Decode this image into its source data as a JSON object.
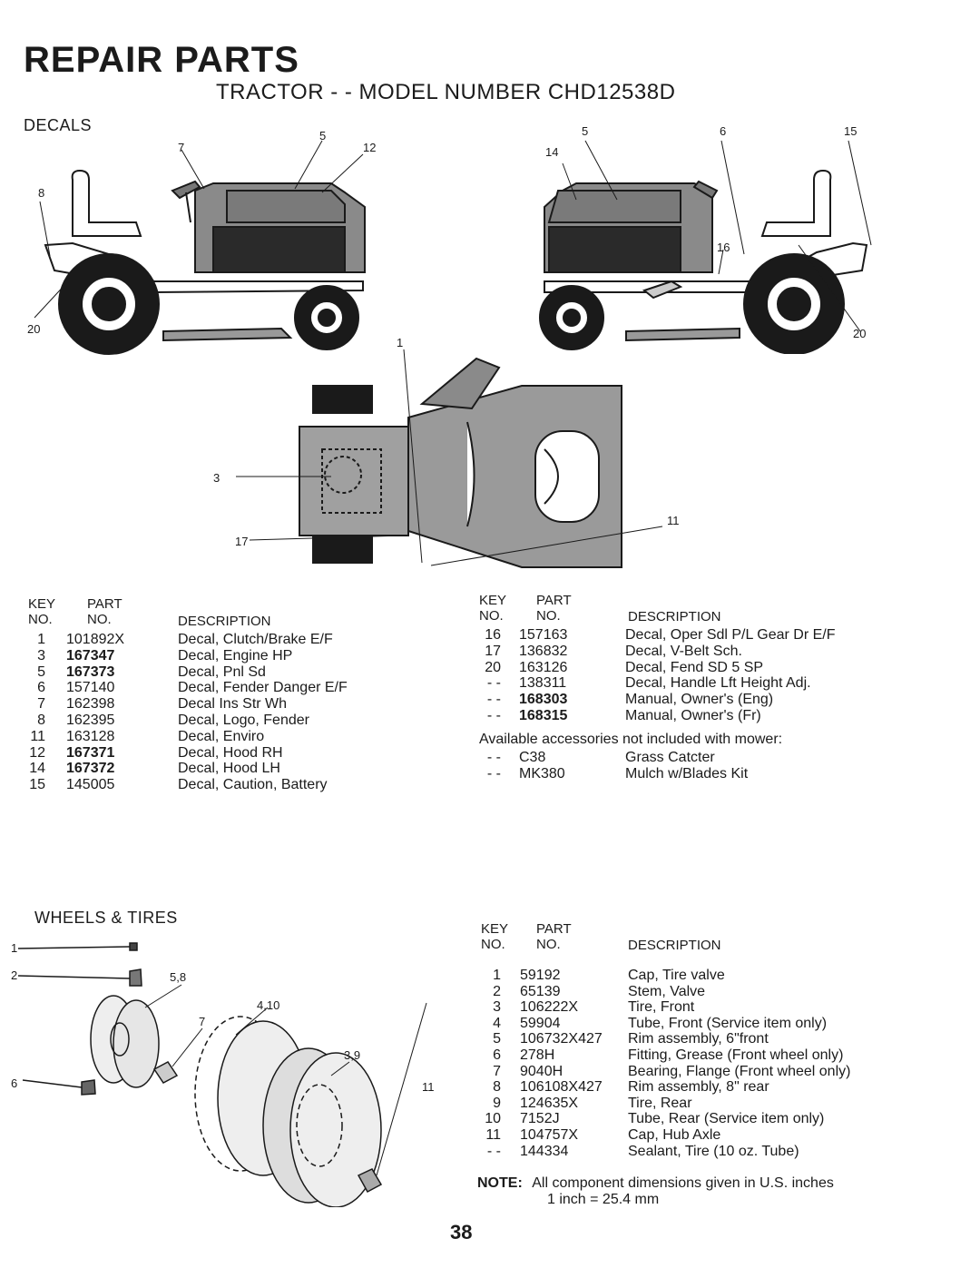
{
  "header": {
    "title": "REPAIR PARTS",
    "subtitle": "TRACTOR - - MODEL NUMBER CHD12538D"
  },
  "decals": {
    "section_title": "DECALS",
    "col_key": "KEY",
    "col_no": "NO.",
    "col_part": "PART",
    "col_part_no": "NO.",
    "col_desc": "DESCRIPTION",
    "left_rows": [
      {
        "key": "1",
        "part": "101892X",
        "desc": "Decal, Clutch/Brake E/F",
        "bold": false
      },
      {
        "key": "3",
        "part": "167347",
        "desc": "Decal, Engine HP",
        "bold": true
      },
      {
        "key": "5",
        "part": "167373",
        "desc": "Decal, Pnl Sd",
        "bold": true
      },
      {
        "key": "6",
        "part": "157140",
        "desc": "Decal, Fender Danger E/F",
        "bold": false
      },
      {
        "key": "7",
        "part": "162398",
        "desc": "Decal Ins Str Wh",
        "bold": false
      },
      {
        "key": "8",
        "part": "162395",
        "desc": "Decal, Logo, Fender",
        "bold": false
      },
      {
        "key": "11",
        "part": "163128",
        "desc": "Decal, Enviro",
        "bold": false
      },
      {
        "key": "12",
        "part": "167371",
        "desc": "Decal, Hood RH",
        "bold": true
      },
      {
        "key": "14",
        "part": "167372",
        "desc": "Decal, Hood LH",
        "bold": true
      },
      {
        "key": "15",
        "part": "145005",
        "desc": "Decal, Caution, Battery",
        "bold": false
      }
    ],
    "right_rows": [
      {
        "key": "16",
        "part": "157163",
        "desc": "Decal, Oper Sdl P/L Gear Dr E/F",
        "bold": false
      },
      {
        "key": "17",
        "part": "136832",
        "desc": "Decal, V-Belt Sch.",
        "bold": false
      },
      {
        "key": "20",
        "part": "163126",
        "desc": "Decal, Fend SD 5 SP",
        "bold": false
      },
      {
        "key": "- -",
        "part": "138311",
        "desc": "Decal, Handle Lft Height Adj.",
        "bold": false
      },
      {
        "key": "- -",
        "part": "168303",
        "desc": "Manual, Owner's (Eng)",
        "bold": true
      },
      {
        "key": "- -",
        "part": "168315",
        "desc": "Manual, Owner's (Fr)",
        "bold": true
      }
    ],
    "accessories_note": "Available accessories not included with mower:",
    "accessories": [
      {
        "key": "- -",
        "part": "C38",
        "desc": "Grass Catcter"
      },
      {
        "key": "- -",
        "part": "MK380",
        "desc": "Mulch w/Blades Kit"
      }
    ],
    "callouts": {
      "c7": "7",
      "c5a": "5",
      "c12": "12",
      "c8": "8",
      "c20a": "20",
      "c5b": "5",
      "c6": "6",
      "c15": "15",
      "c14": "14",
      "c16": "16",
      "c20b": "20",
      "c1": "1",
      "c3": "3",
      "c17": "17",
      "c11": "11"
    }
  },
  "wheels": {
    "section_title": "WHEELS & TIRES",
    "col_key": "KEY",
    "col_no": "NO.",
    "col_part": "PART",
    "col_part_no": "NO.",
    "col_desc": "DESCRIPTION",
    "rows": [
      {
        "key": "1",
        "part": "59192",
        "desc": "Cap, Tire valve"
      },
      {
        "key": "2",
        "part": "65139",
        "desc": "Stem, Valve"
      },
      {
        "key": "3",
        "part": "106222X",
        "desc": "Tire, Front"
      },
      {
        "key": "4",
        "part": "59904",
        "desc": "Tube, Front (Service item only)"
      },
      {
        "key": "5",
        "part": "106732X427",
        "desc": "Rim assembly, 6\"front"
      },
      {
        "key": "6",
        "part": "278H",
        "desc": "Fitting, Grease (Front wheel only)"
      },
      {
        "key": "7",
        "part": "9040H",
        "desc": "Bearing, Flange (Front wheel only)"
      },
      {
        "key": "8",
        "part": "106108X427",
        "desc": "Rim assembly, 8\" rear"
      },
      {
        "key": "9",
        "part": "124635X",
        "desc": "Tire, Rear"
      },
      {
        "key": "10",
        "part": "7152J",
        "desc": "Tube, Rear (Service item only)"
      },
      {
        "key": "11",
        "part": "104757X",
        "desc": "Cap, Hub Axle"
      },
      {
        "key": "- -",
        "part": "144334",
        "desc": "Sealant, Tire (10 oz. Tube)"
      }
    ],
    "note_label": "NOTE:",
    "note_line1": "All component dimensions given in U.S. inches",
    "note_line2": "1 inch = 25.4 mm",
    "callouts": {
      "w1": "1",
      "w2": "2",
      "w58": "5,8",
      "w410": "4,10",
      "w7": "7",
      "w39": "3,9",
      "w6": "6",
      "w11": "11"
    }
  },
  "footer": {
    "page_number": "38"
  }
}
